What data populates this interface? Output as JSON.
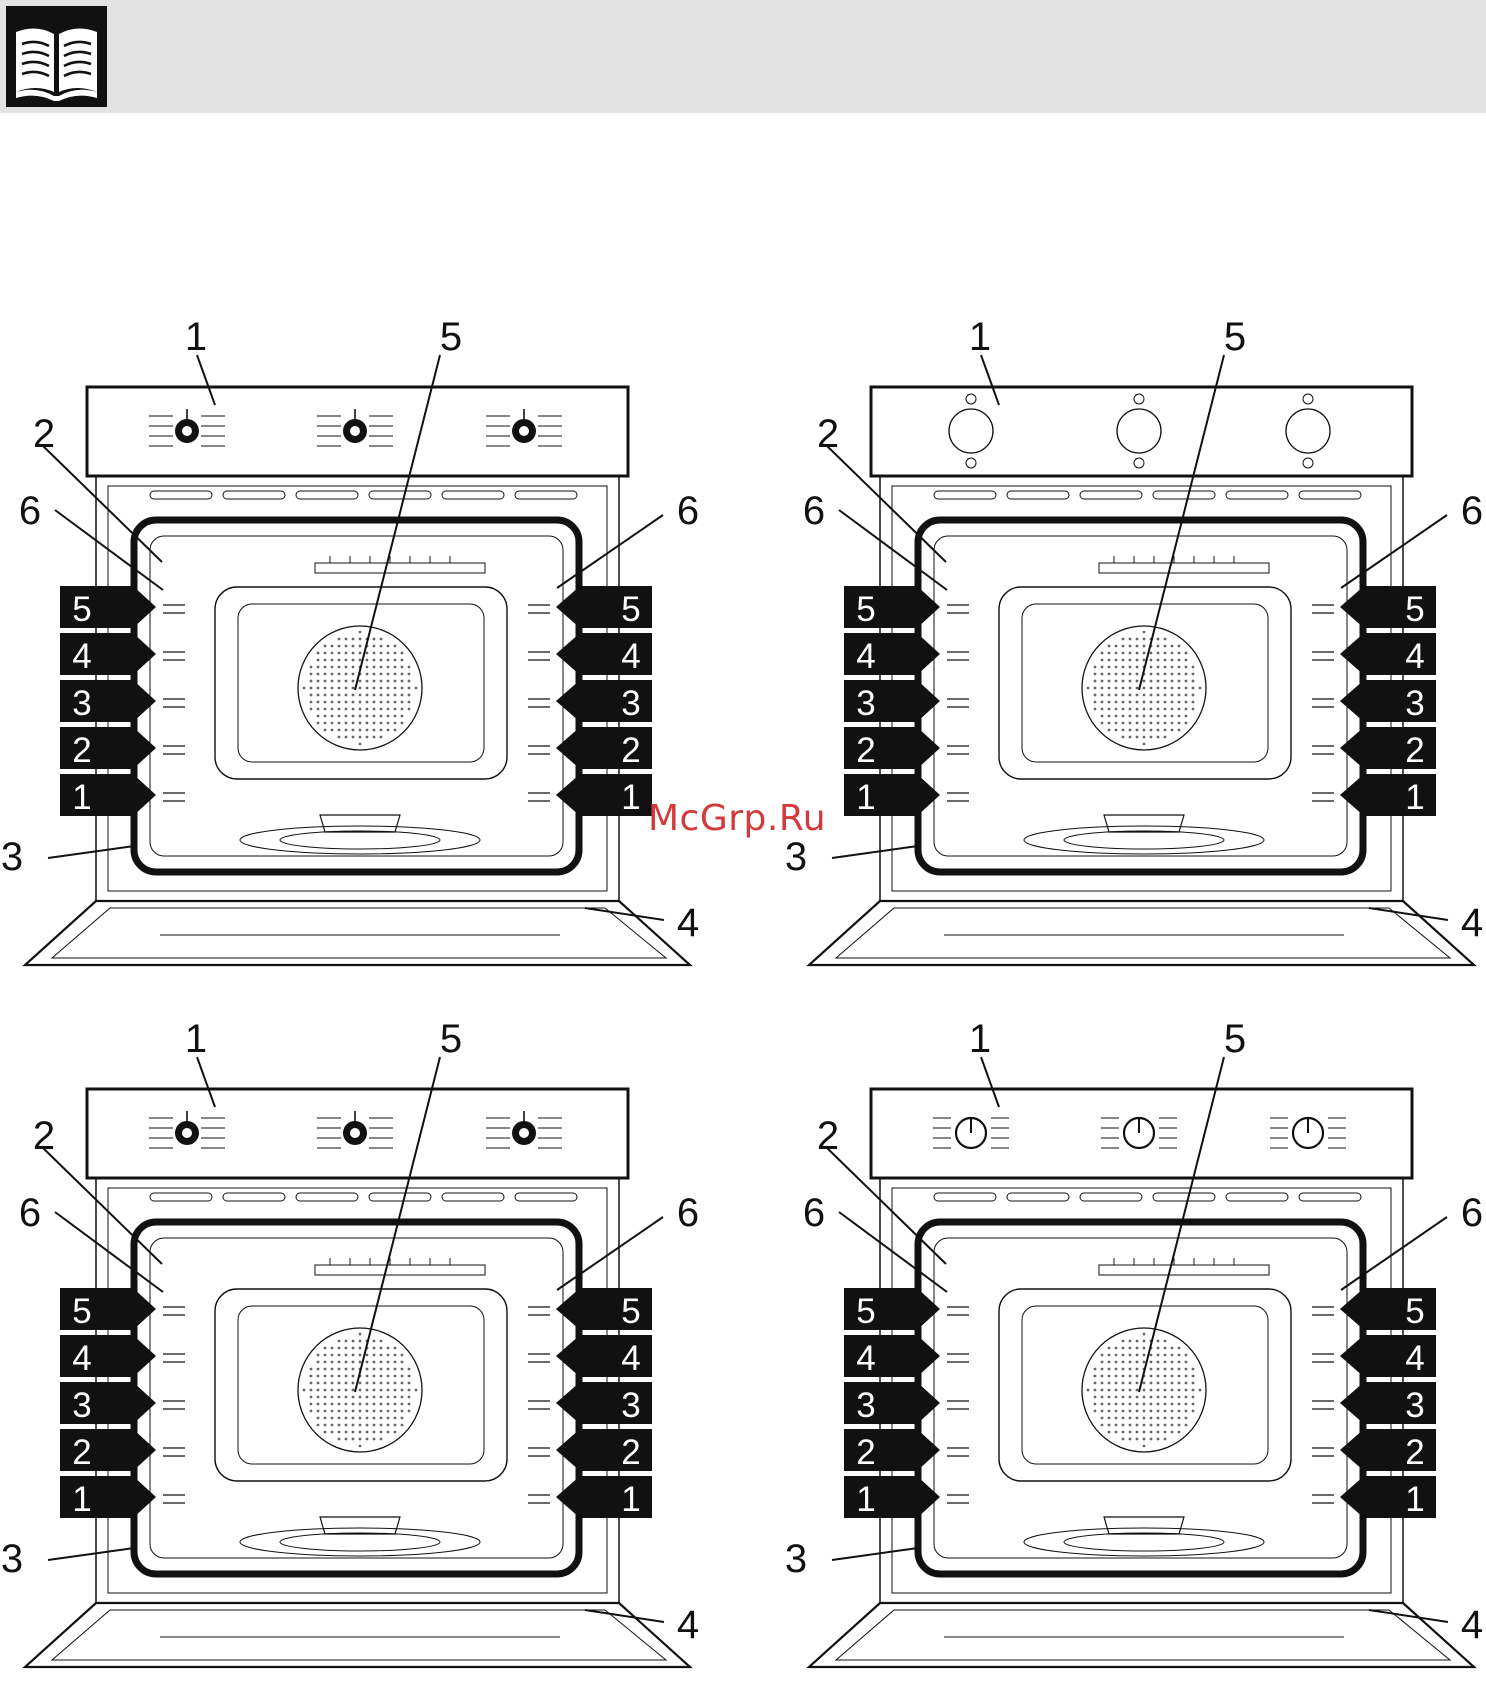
{
  "header": {
    "icon": "book-icon"
  },
  "watermark": "McGrp.Ru",
  "figures": [
    {
      "id": "oven-a",
      "callouts": {
        "control_panel": "1",
        "fan": "5",
        "seal": "2",
        "rack_guide_left": "6",
        "rack_guide_right": "6",
        "lamp": "3",
        "door": "4"
      },
      "levels": [
        "5",
        "4",
        "3",
        "2",
        "1"
      ],
      "panel": "dials-with-scales"
    },
    {
      "id": "oven-b",
      "callouts": {
        "control_panel": "1",
        "fan": "5",
        "seal": "2",
        "rack_guide_left": "6",
        "rack_guide_right": "6",
        "lamp": "3",
        "door": "4"
      },
      "levels": [
        "5",
        "4",
        "3",
        "2",
        "1"
      ],
      "panel": "plain-knobs"
    },
    {
      "id": "oven-c",
      "callouts": {
        "control_panel": "1",
        "fan": "5",
        "seal": "2",
        "rack_guide_left": "6",
        "rack_guide_right": "6",
        "lamp": "3",
        "door": "4"
      },
      "levels": [
        "5",
        "4",
        "3",
        "2",
        "1"
      ],
      "panel": "dials-with-scales"
    },
    {
      "id": "oven-d",
      "callouts": {
        "control_panel": "1",
        "fan": "5",
        "seal": "2",
        "rack_guide_left": "6",
        "rack_guide_right": "6",
        "lamp": "3",
        "door": "4"
      },
      "levels": [
        "5",
        "4",
        "3",
        "2",
        "1"
      ],
      "panel": "ring-dials"
    }
  ],
  "colors": {
    "ink": "#111111",
    "band": "#e3e3e3",
    "watermark": "#d43a3a"
  }
}
